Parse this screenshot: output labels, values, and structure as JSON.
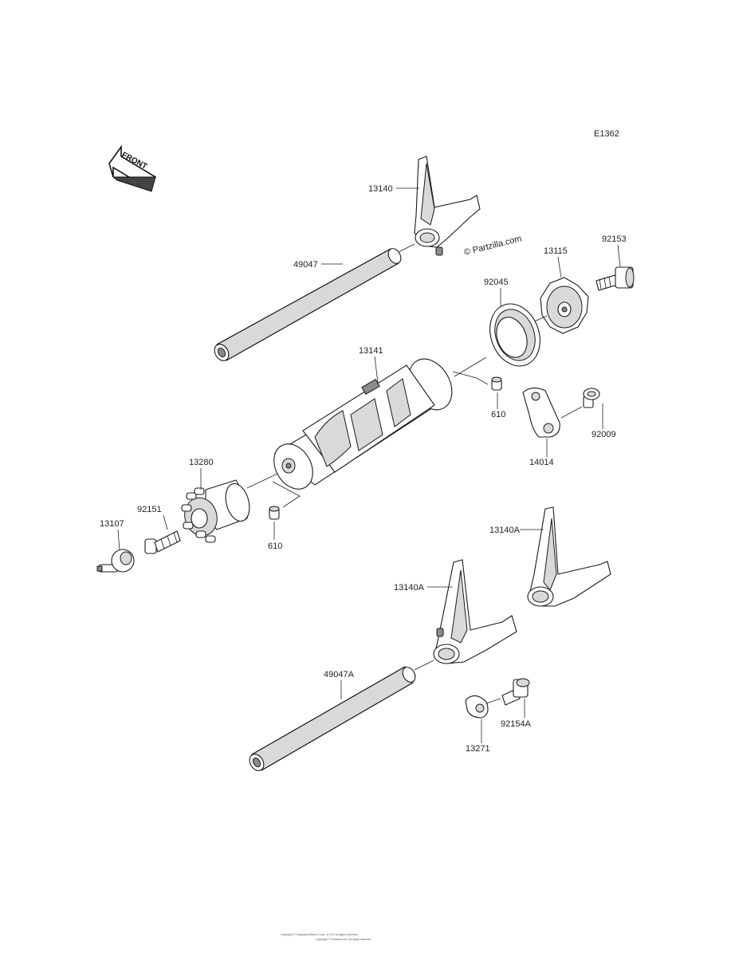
{
  "diagram_code": "E1362",
  "front_arrow": "FRONT",
  "watermark": "© Partzilla.com",
  "parts": {
    "fork_upper": "13140",
    "shaft_upper": "49047",
    "drum_cap": "13115",
    "bolt_upper": "92153",
    "bearing": "92045",
    "drum": "13141",
    "pin_right": "610",
    "plate": "14014",
    "screw_right": "92009",
    "pin_holder": "13280",
    "bolt_left": "92151",
    "pin_left": "610",
    "switch": "13107",
    "fork_right": "13140A",
    "fork_mid": "13140A",
    "shaft_lower": "49047A",
    "bolt_lower": "92154A",
    "guide_plate": "13271"
  },
  "footer_line1": "Copyright © Kawasaki Motors Corp., U.S.A. All rights reserved.",
  "footer_line2": "Copyright © Partzilla.com. All rights reserved."
}
